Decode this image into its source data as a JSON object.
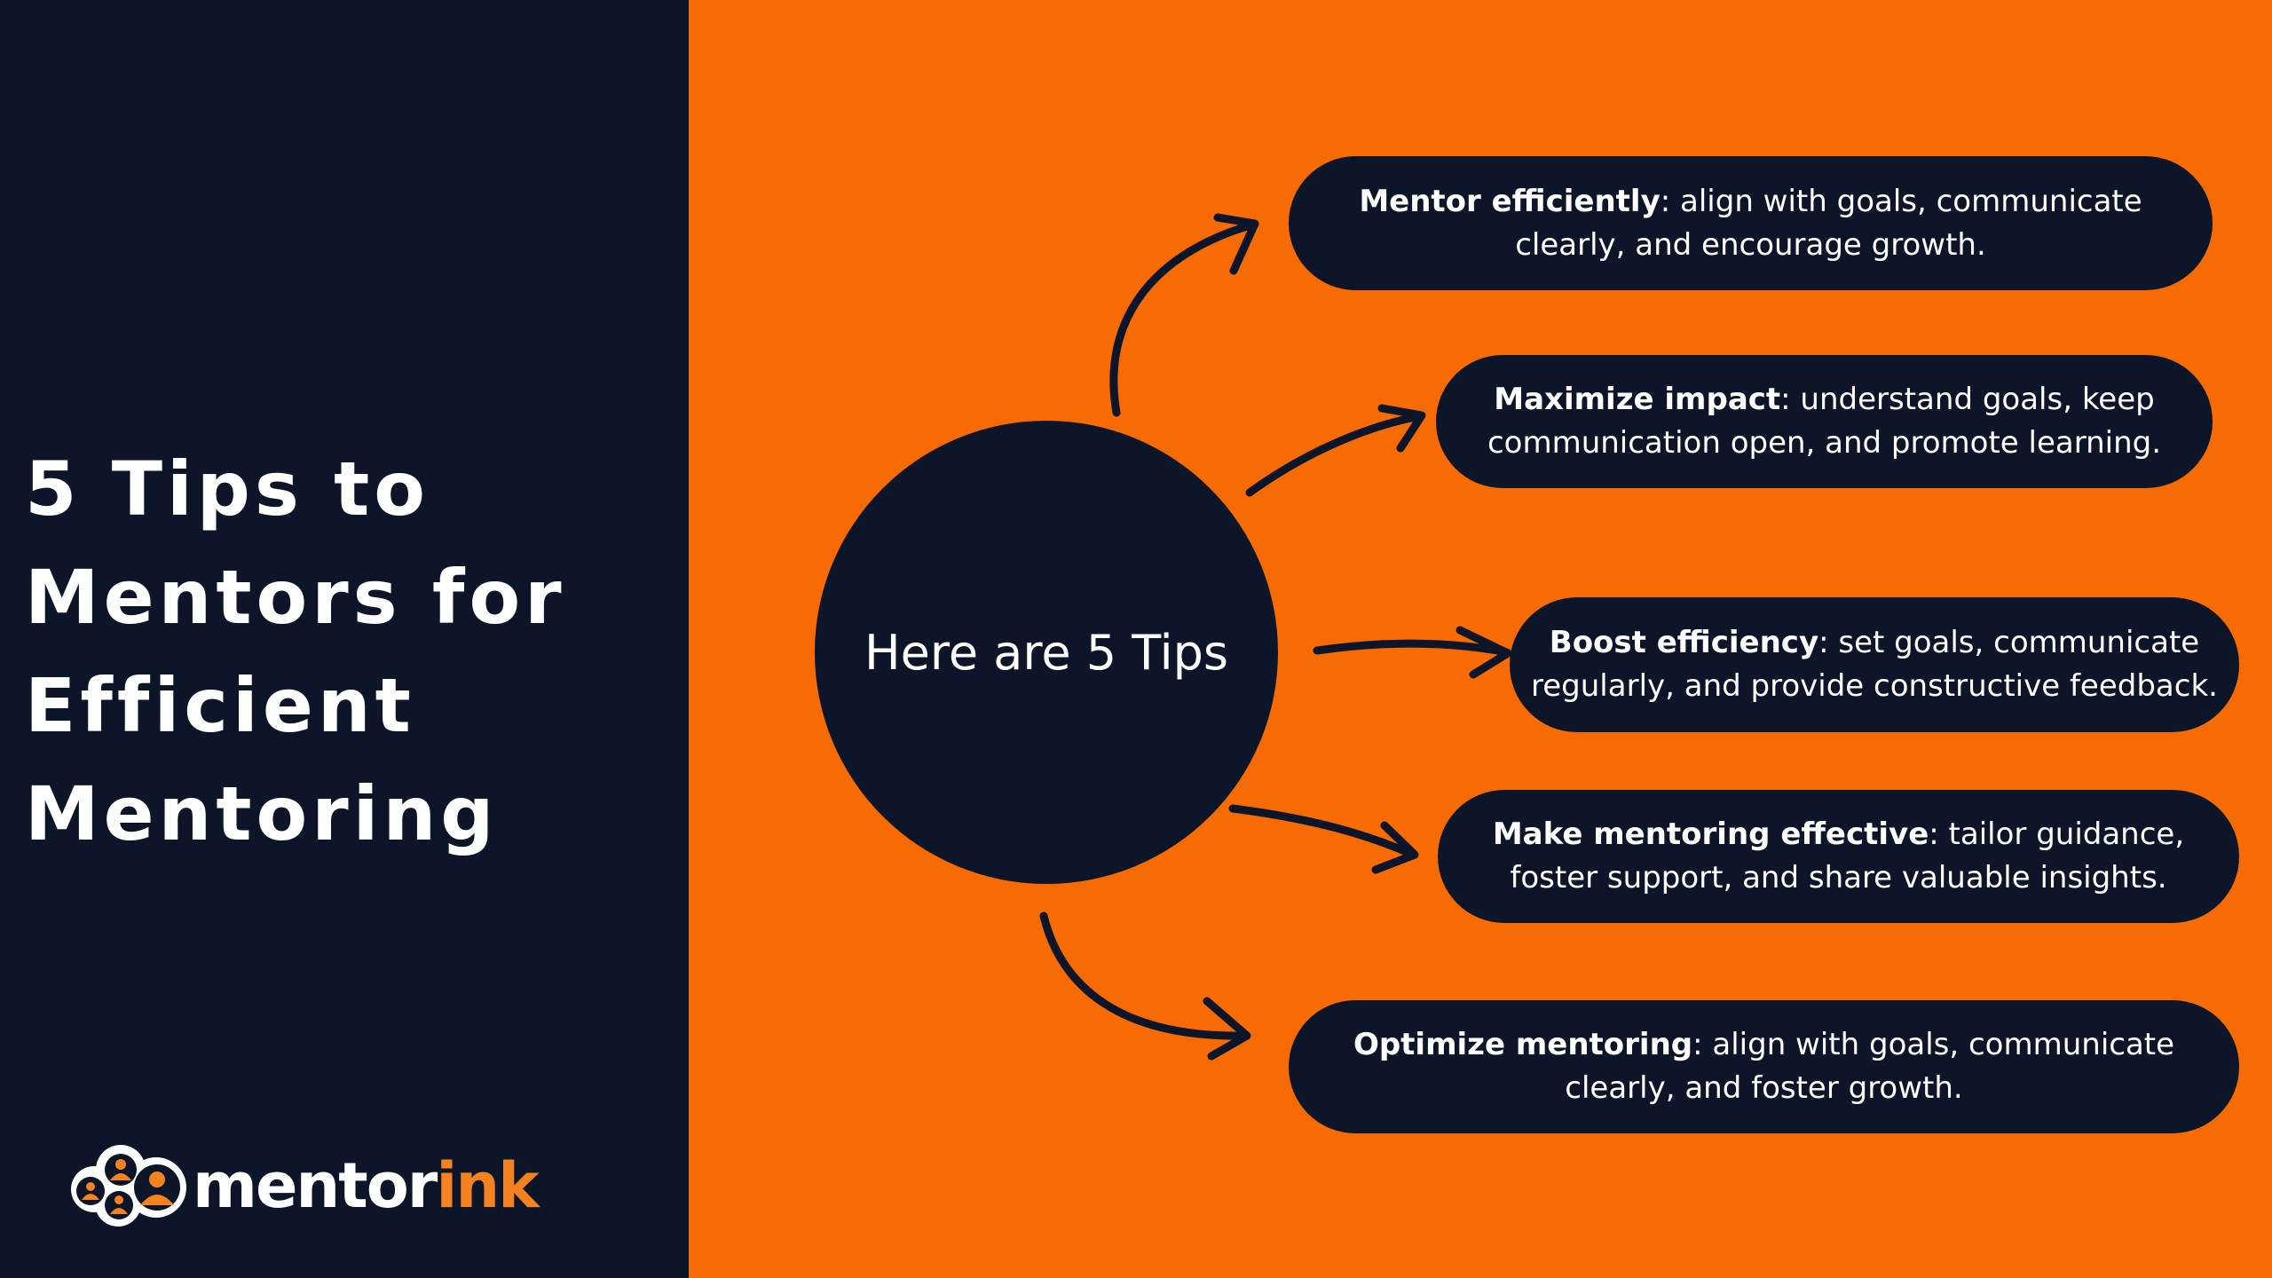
{
  "title": "5 Tips to Mentors for Efficient Mentoring",
  "logo": {
    "text_main": "mentor",
    "text_accent": "ink"
  },
  "center": {
    "label": "Here are 5 Tips"
  },
  "tips": [
    {
      "heading": "Mentor efficiently",
      "text": ": align with goals, communicate clearly, and encourage growth."
    },
    {
      "heading": "Maximize impact",
      "text": ": understand goals, keep communication open, and promote learning."
    },
    {
      "heading": "Boost efficiency",
      "text": ": set goals, communicate regularly, and provide constructive feedback."
    },
    {
      "heading": "Make mentoring effective",
      "text": ": tailor guidance, foster support, and share valuable insights."
    },
    {
      "heading": "Optimize mentoring",
      "text": ": align with goals, communicate clearly, and foster growth."
    }
  ],
  "colors": {
    "navy": "#0d1628",
    "orange": "#f76b05",
    "logo_orange": "#f58220"
  }
}
